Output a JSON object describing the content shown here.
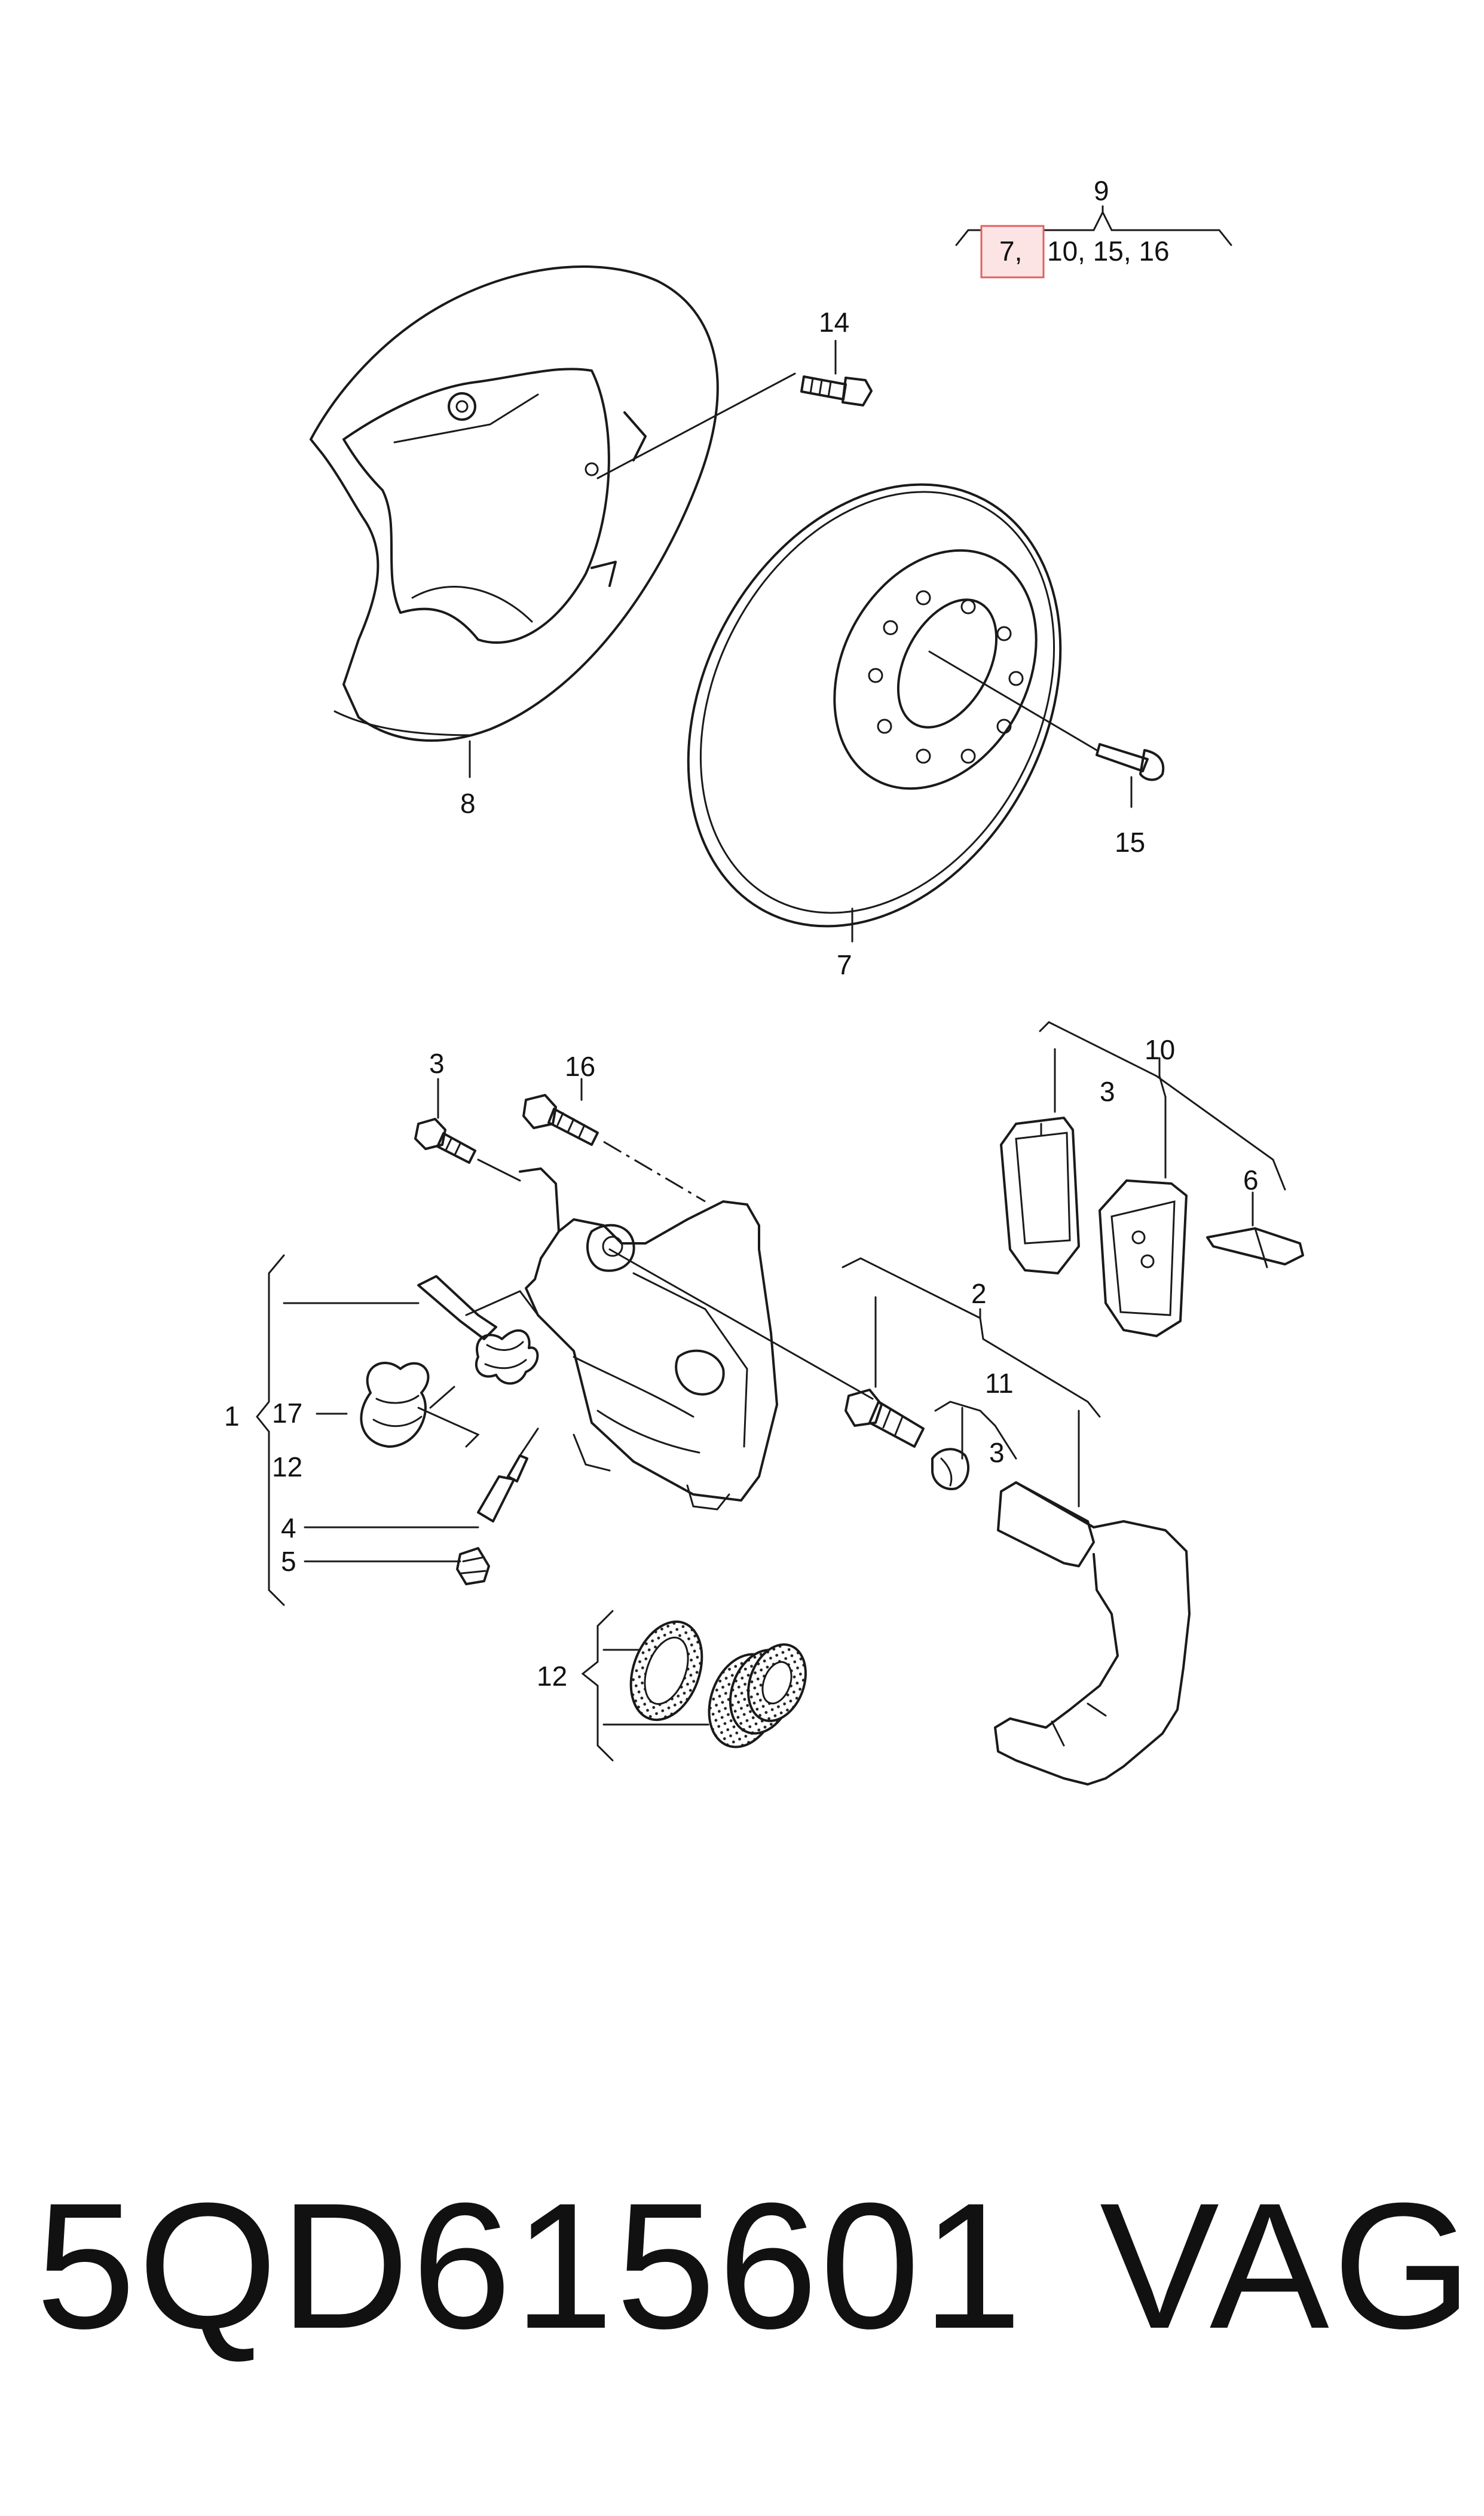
{
  "callouts": {
    "c9": "9",
    "c7_highlight": "7,",
    "c9_list": "10, 15, 16",
    "c14": "14",
    "c8": "8",
    "c15": "15",
    "c7": "7",
    "c3a": "3",
    "c16": "16",
    "c10": "10",
    "c3b": "3",
    "c6": "6",
    "c2": "2",
    "c11": "11",
    "c3c": "3",
    "c1": "1",
    "c17": "17",
    "c12a": "12",
    "c4": "4",
    "c5": "5",
    "c12b": "12"
  },
  "footer": {
    "part_number": "5QD615601",
    "brand": "VAG"
  },
  "colors": {
    "highlight_fill": "#fde4e4",
    "highlight_stroke": "#e06060",
    "line": "#1a1a1a"
  }
}
